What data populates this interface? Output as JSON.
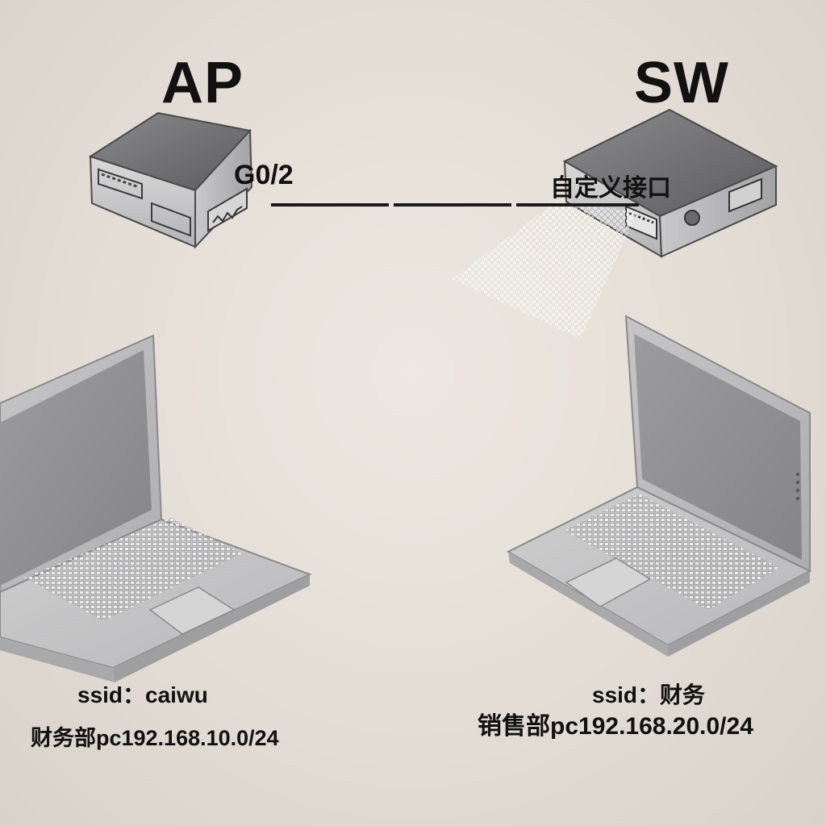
{
  "devices": {
    "ap": {
      "title": "AP",
      "port": "G0/2"
    },
    "sw": {
      "title": "SW",
      "port": "自定义接口"
    }
  },
  "pcs": [
    {
      "ssid": "ssid：caiwu",
      "network": "财务部pc192.168.10.0/24"
    },
    {
      "ssid": "ssid：财务",
      "network": "销售部pc192.168.20.0/24"
    }
  ]
}
